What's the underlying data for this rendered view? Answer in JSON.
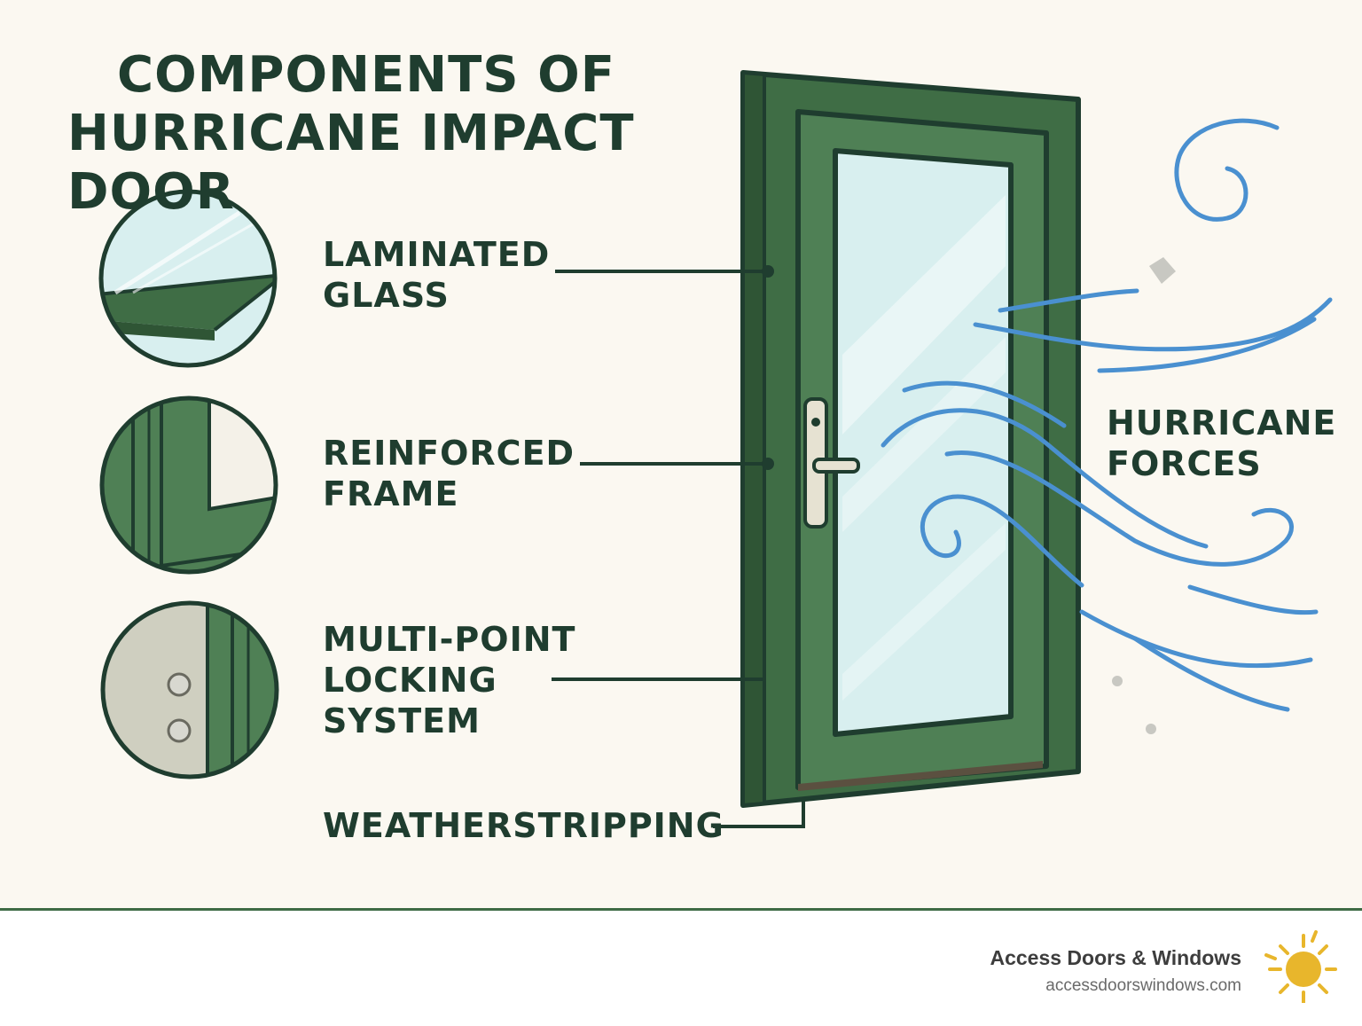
{
  "title": {
    "line1": "COMPONENTS OF",
    "line2": "HURRICANE IMPACT DOOR"
  },
  "components": [
    {
      "name": "laminated-glass",
      "lines": [
        "LAMINATED",
        "GLASS"
      ],
      "icon": "laminated-glass-icon"
    },
    {
      "name": "reinforced-frame",
      "lines": [
        "REINFORCED",
        "FRAME"
      ],
      "icon": "frame-corner-icon"
    },
    {
      "name": "multi-point-locking",
      "lines": [
        "MULTI-POINT",
        "LOCKING",
        "SYSTEM"
      ],
      "icon": "lock-points-icon"
    },
    {
      "name": "weatherstripping",
      "lines": [
        "WEATHERSTRIPPING"
      ],
      "icon": null
    }
  ],
  "forces_label": {
    "line1": "HURRICANE",
    "line2": "FORCES"
  },
  "footer": {
    "brand": "Access Doors & Windows",
    "url": "accessdoorswindows.com",
    "logo_icon": "sun-icon"
  },
  "colors": {
    "background": "#fbf8f1",
    "text": "#1f3d2f",
    "door_green": "#4a7a50",
    "door_dark": "#1f3d2f",
    "glass": "#d8efef",
    "wind_blue": "#4a90d0",
    "sun": "#e8b62c"
  }
}
